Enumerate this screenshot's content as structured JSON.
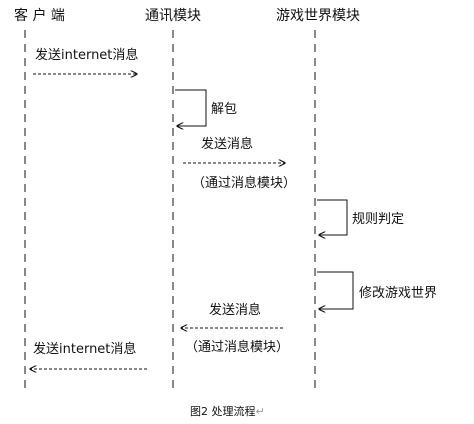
{
  "participants": {
    "client": "客 户 端",
    "comm": "通讯模块",
    "world": "游戏世界模块"
  },
  "messages": {
    "m1": "发送internet消息",
    "m2": "解包",
    "m3": "发送消息",
    "m3_sub": "（通过消息模块）",
    "m4": "规则判定",
    "m5": "修改游戏世界",
    "m6": "发送消息",
    "m6_sub": "（通过消息模块）",
    "m7": "发送internet消息"
  },
  "caption": "图2 处理流程",
  "caption_mark": "↵",
  "colors": {
    "line": "#111111",
    "background": "#ffffff"
  }
}
